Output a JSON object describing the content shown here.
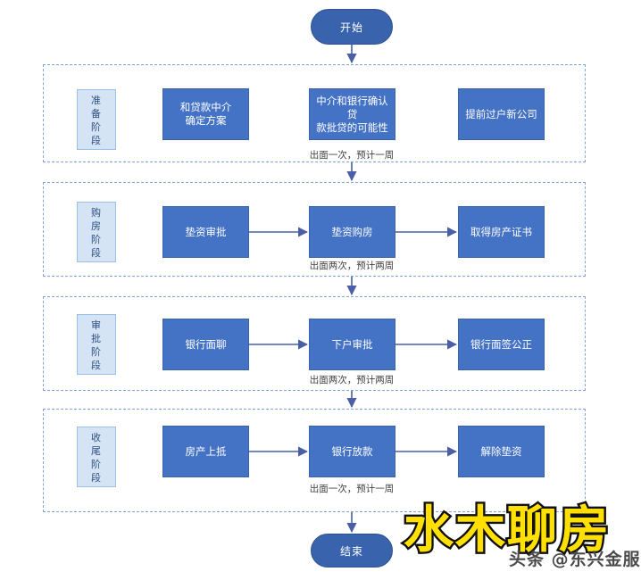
{
  "diagram": {
    "start_label": "开始",
    "end_label": "结束",
    "phases": [
      {
        "phase_label": "准备阶段",
        "caption": "出面一次，预计一周",
        "nodes": [
          {
            "label_line1": "和贷款中介",
            "label_line2": "确定方案"
          },
          {
            "label_line1": "中介和银行确认贷",
            "label_line2": "款批贷的可能性"
          },
          {
            "label_line1": "提前过户新公司",
            "label_line2": ""
          }
        ]
      },
      {
        "phase_label": "购房阶段",
        "caption": "出面两次，预计两周",
        "nodes": [
          {
            "label_line1": "垫资审批",
            "label_line2": ""
          },
          {
            "label_line1": "垫资购房",
            "label_line2": ""
          },
          {
            "label_line1": "取得房产证书",
            "label_line2": ""
          }
        ]
      },
      {
        "phase_label": "审批阶段",
        "caption": "出面两次，预计两周",
        "nodes": [
          {
            "label_line1": "银行面聊",
            "label_line2": ""
          },
          {
            "label_line1": "下户审批",
            "label_line2": ""
          },
          {
            "label_line1": "银行面签公正",
            "label_line2": ""
          }
        ]
      },
      {
        "phase_label": "收尾阶段",
        "caption": "出面一次，预计一周",
        "nodes": [
          {
            "label_line1": "房产上抵",
            "label_line2": ""
          },
          {
            "label_line1": "银行放款",
            "label_line2": ""
          },
          {
            "label_line1": "解除垫资",
            "label_line2": ""
          }
        ]
      }
    ]
  },
  "watermark": {
    "main_text": "水木聊房",
    "sub_text": "头条 @东兴金服"
  },
  "colors": {
    "node_fill": "#4472C4",
    "phase_label_fill": "#D4E4F4",
    "phase_border": "#7FA8D8",
    "connector": "#4A5FA5",
    "terminator_fill": "#3A63AE",
    "watermark_yellow": "#FFE000"
  }
}
